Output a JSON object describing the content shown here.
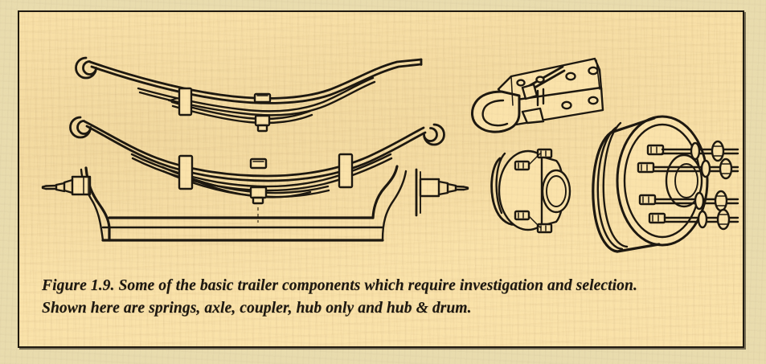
{
  "figure": {
    "number": "1.9",
    "caption_line_1": "Figure 1.9.  Some of the basic trailer components which require investigation and selection.",
    "caption_line_2": "Shown here are springs, axle, coupler, hub only and hub & drum.",
    "caption_full": "Figure 1.9. Some of the basic trailer components which require investigation and selection. Shown here are springs, axle, coupler, hub only and hub & drum."
  },
  "colors": {
    "page_margin": "#e9dcaf",
    "plate_background": "#fae3ac",
    "ink": "#1c1710",
    "border": "#201a10"
  },
  "components": [
    {
      "id": "slipper-spring",
      "label": "slipper leaf spring",
      "leaf_count": 3,
      "eye_ends": 1,
      "clamps": 1,
      "center_bolt": true
    },
    {
      "id": "double-eye-spring",
      "label": "double eye leaf spring",
      "leaf_count": 4,
      "eye_ends": 2,
      "clamps": 2,
      "center_bolt": true
    },
    {
      "id": "drop-axle",
      "label": "drop axle beam with stub spindles",
      "spindles": 2,
      "brake_flange": true
    },
    {
      "id": "coupler",
      "label": "coupler",
      "mounting_holes": 5,
      "latch_lever": true
    },
    {
      "id": "hub-only",
      "label": "hub only",
      "studs": 4,
      "bearing_cap": true
    },
    {
      "id": "hub-and-drum",
      "label": "hub & drum",
      "studs": 4,
      "exploded_nuts": 4,
      "exploded_washers": 4
    }
  ]
}
